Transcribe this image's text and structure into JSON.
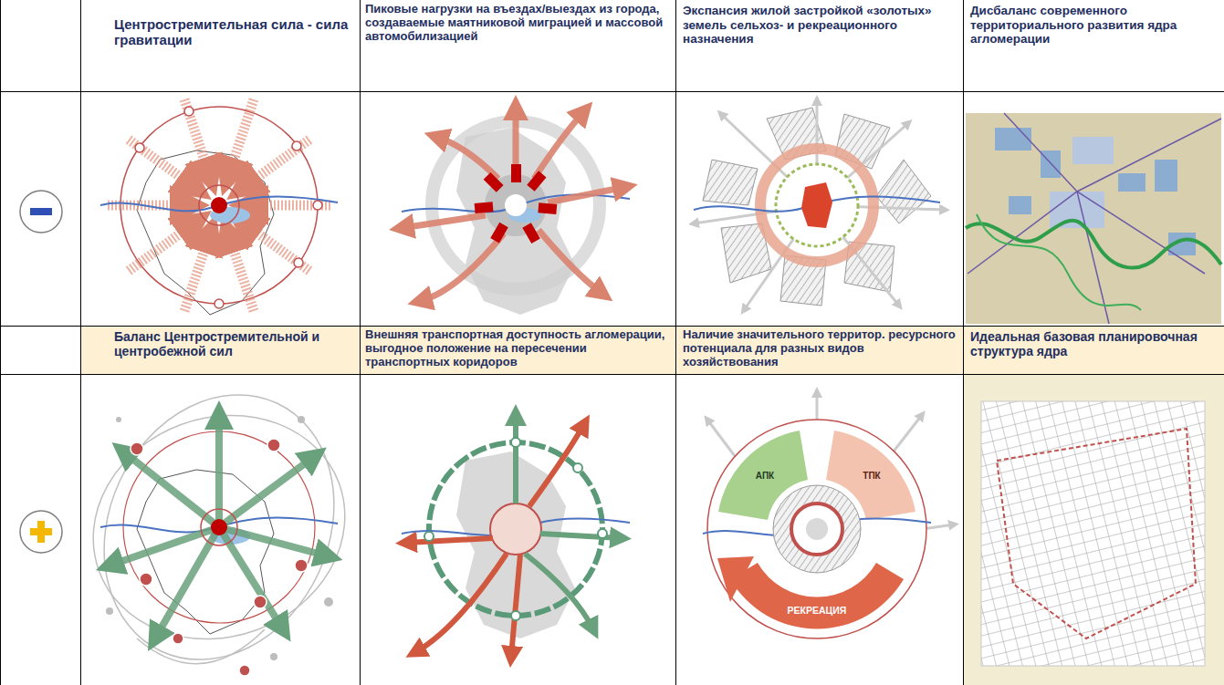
{
  "diagram": {
    "labels": [
      "Центростремительная сила - сила гравитации",
      "Пиковые нагрузки на въездах/выездах из города, создаваемые маятниковой миграцией и массовой автомобилизацией",
      "Экспансия жилой застройкой «золотых» земель сельхоз- и рекреационного назначения",
      "Дисбаланс современного территориального развития ядра агломерации",
      "Баланс Центростремительной и центробежной сил",
      "Внешняя транспортная доступность агломерации, выгодное положение на пересечении транспортных коридоров",
      "Наличие значительного территор. ресурсного потенциала для разных видов хозяйствования",
      "Идеальная базовая планировочная структура ядра",
      "АПК",
      "ТПК",
      "РЕКРЕАЦИЯ"
    ]
  }
}
